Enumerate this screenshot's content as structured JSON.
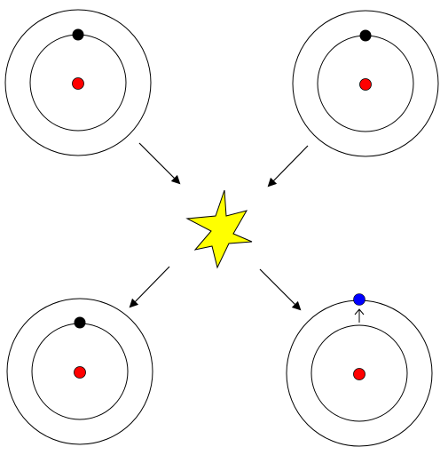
{
  "colors": {
    "background": "#ffffff",
    "line": "#000000",
    "nucleus": "#ff0000",
    "electron": "#000000",
    "excited_electron": "#0000ff",
    "collision_flash": "#ffff00"
  },
  "icons": {
    "collision": "starburst-flash-icon",
    "excitation": "thin-up-arrow-icon",
    "direction": "filled-arrowhead-icon"
  },
  "atoms": [
    {
      "id": "top-left",
      "electron_shell": "outer",
      "excited": false
    },
    {
      "id": "top-right",
      "electron_shell": "outer",
      "excited": false
    },
    {
      "id": "bottom-left",
      "electron_shell": "outer",
      "excited": false
    },
    {
      "id": "bottom-right",
      "electron_shell": "beyond-outer",
      "excited": true
    }
  ]
}
